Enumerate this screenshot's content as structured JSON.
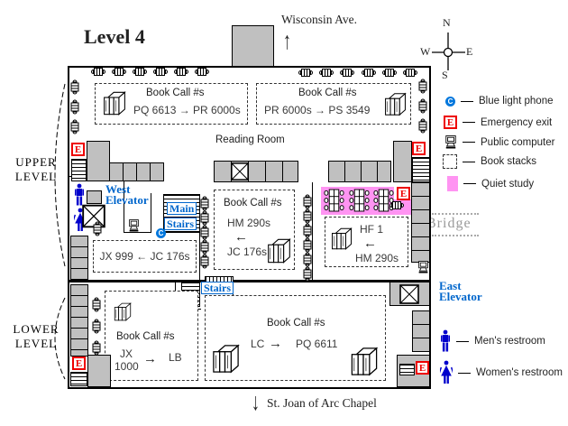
{
  "title": "Level 4",
  "compass": {
    "n": "N",
    "e": "E",
    "s": "S",
    "w": "W"
  },
  "streets": {
    "wisconsin": {
      "arrow": "↑",
      "label": "Wisconsin Ave."
    },
    "chapel": {
      "arrow": "↓",
      "label": "St. Joan of Arc Chapel"
    }
  },
  "level_labels": {
    "upper": "UPPER LEVEL",
    "lower": "LOWER LEVEL"
  },
  "legend": {
    "blue_light_phone": "Blue light phone",
    "emergency_exit": "Emergency exit",
    "public_computer": "Public computer",
    "book_stacks": "Book stacks",
    "quiet_study": "Quiet study",
    "mens_restroom": "Men's restroom",
    "womens_restroom": "Women's restroom"
  },
  "symbols": {
    "phone_letter": "C",
    "exit_letter": "E"
  },
  "labels": {
    "bridge": "Bridge",
    "reading_room": "Reading Room",
    "west_elevator": "West Elevator",
    "east_elevator": "East Elevator",
    "main_stairs_line1": "Main",
    "main_stairs_line2": "Stairs",
    "lower_stairs": "Stairs"
  },
  "call_boxes": {
    "nw": {
      "title": "Book Call #s",
      "range": "PQ 6613 → PR 6000s"
    },
    "ne": {
      "title": "Book Call #s",
      "range": "PR 6000s → PS 3549"
    },
    "upper_mid": {
      "line": "JX 999 ← JC 176s"
    },
    "center": {
      "title": "Book Call #s",
      "from": "HM 290s",
      "arrow": "←",
      "to": "JC 176s"
    },
    "center_right": {
      "from": "HF 1",
      "arrow": "←",
      "to": "HM 290s"
    },
    "sw": {
      "title": "Book Call #s",
      "from_line1": "JX",
      "from_line2": "1000",
      "arrow": "→",
      "to": "LB"
    },
    "se": {
      "title": "Book Call #s",
      "from": "LC",
      "arrow": "→",
      "to": "PQ 6611"
    }
  },
  "colors": {
    "accent_blue": "#0066CC",
    "icon_blue": "#0000CC",
    "phone_blue": "#0077DD",
    "exit_red": "#EE0000",
    "wall_gray": "#C0C0C0",
    "quiet_pink": "#FF94F2",
    "bridge_gray": "#9A9A9A"
  }
}
